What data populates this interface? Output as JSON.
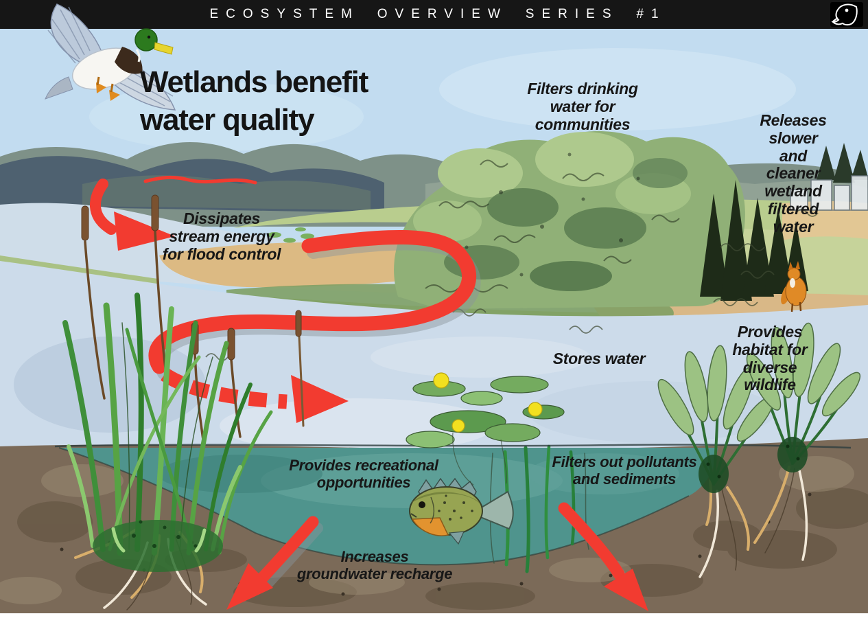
{
  "banner": {
    "title": "ECOSYSTEM OVERVIEW SERIES #1",
    "logo": "ducks-unlimited-duck-head-logo"
  },
  "title": "Wetlands benefit\nwater quality",
  "labels": {
    "filters_drinking": "Filters drinking\nwater for\ncommunities",
    "releases_slower": "Releases slower\nand cleaner\nwetland filtered\nwater",
    "dissipates": "Dissipates\nstream energy\nfor flood control",
    "stores_water": "Stores water",
    "habitat": "Provides habitat for\ndiverse wildlife",
    "recreation": "Provides recreational\nopportunities",
    "filters_pollutants": "Filters out pollutants\nand sediments",
    "groundwater": "Increases\ngroundwater recharge"
  },
  "illustration_elements": [
    "mallard-duck",
    "distant-hills",
    "meandering-stream-red-arrow",
    "tree-grove",
    "evergreen-trees",
    "town-sketch",
    "sand-banks",
    "marsh-grass",
    "open-water",
    "lily-pads",
    "cattail-reeds",
    "broadleaf-plants",
    "fox",
    "bluegill-fish",
    "underwater-zone",
    "soil-cross-section",
    "plant-roots",
    "groundwater-arrows"
  ],
  "colors": {
    "banner_bg": "#161616",
    "banner_text": "#ffffff",
    "title_text": "#141414",
    "label_text": "#171717",
    "arrow_red": "#f23b30",
    "sky_blue": "#c2dcf0",
    "open_water": "#ccdbea",
    "underwater_teal": "#4f948d",
    "soil_brown": "#7b6a58",
    "foliage_green": "#8fae72"
  }
}
